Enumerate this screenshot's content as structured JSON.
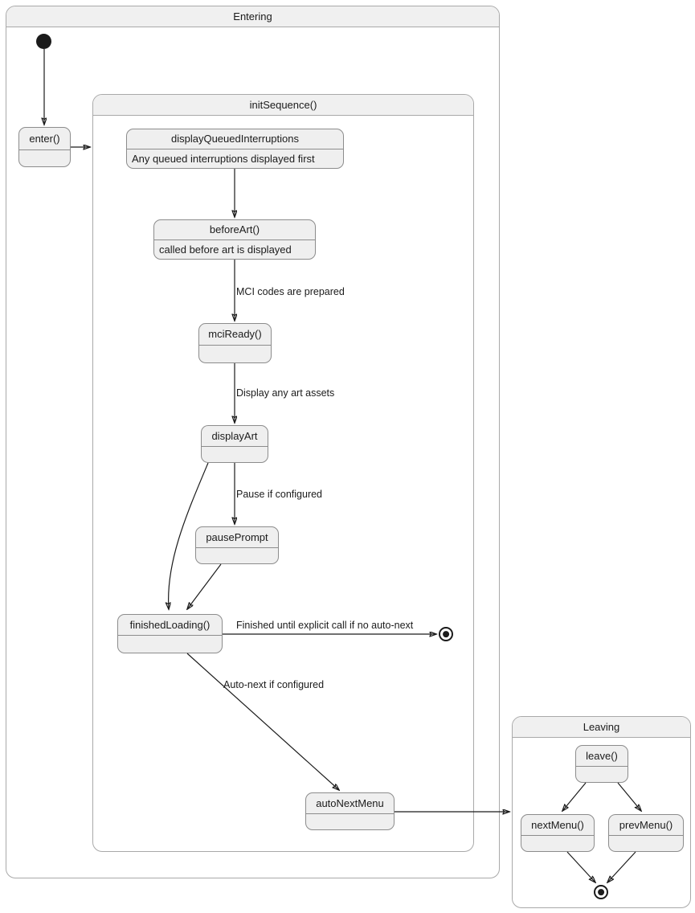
{
  "diagram": {
    "type": "uml-state-diagram",
    "colors": {
      "composite_fill": "#FFFFFF",
      "composite_title_fill": "#F0F0F0",
      "composite_border": "#A9A9A9",
      "state_fill": "#EFEFEF",
      "state_border": "#8C8C8C",
      "text": "#1B1B1B",
      "edge": "#1B1B1B",
      "page_background": "#FFFFFF"
    }
  },
  "composites": {
    "entering": {
      "title": "Entering"
    },
    "init_sequence": {
      "title": "initSequence()"
    },
    "leaving": {
      "title": "Leaving"
    }
  },
  "states": {
    "enter": {
      "name": "enter()",
      "body": ""
    },
    "display_queued_interruptions": {
      "name": "displayQueuedInterruptions",
      "body": "Any queued interruptions displayed first"
    },
    "before_art": {
      "name": "beforeArt()",
      "body": "called before art is displayed"
    },
    "mci_ready": {
      "name": "mciReady()",
      "body": ""
    },
    "display_art": {
      "name": "displayArt",
      "body": ""
    },
    "pause_prompt": {
      "name": "pausePrompt",
      "body": ""
    },
    "finished_loading": {
      "name": "finishedLoading()",
      "body": ""
    },
    "auto_next_menu": {
      "name": "autoNextMenu",
      "body": ""
    },
    "leave": {
      "name": "leave()",
      "body": ""
    },
    "next_menu": {
      "name": "nextMenu()",
      "body": ""
    },
    "prev_menu": {
      "name": "prevMenu()",
      "body": ""
    }
  },
  "transitions": [
    {
      "id": "init-to-enter",
      "from": "initial",
      "to": "enter",
      "label": ""
    },
    {
      "id": "enter-to-initsequence",
      "from": "enter",
      "to": "init_sequence",
      "label": ""
    },
    {
      "id": "dqi-to-beforeart",
      "from": "display_queued_interruptions",
      "to": "before_art",
      "label": ""
    },
    {
      "id": "beforeart-to-mciready",
      "from": "before_art",
      "to": "mci_ready",
      "label": "MCI codes are prepared"
    },
    {
      "id": "mciready-to-displayart",
      "from": "mci_ready",
      "to": "display_art",
      "label": "Display any art assets"
    },
    {
      "id": "displayart-to-pauseprompt",
      "from": "display_art",
      "to": "pause_prompt",
      "label": "Pause if configured"
    },
    {
      "id": "displayart-to-finishedloading",
      "from": "display_art",
      "to": "finished_loading",
      "label": ""
    },
    {
      "id": "pauseprompt-to-finishedloading",
      "from": "pause_prompt",
      "to": "finished_loading",
      "label": ""
    },
    {
      "id": "finishedloading-to-final",
      "from": "finished_loading",
      "to": "final",
      "label": "Finished until explicit call if no auto-next"
    },
    {
      "id": "finishedloading-to-autonextmenu",
      "from": "finished_loading",
      "to": "auto_next_menu",
      "label": "Auto-next if configured"
    },
    {
      "id": "autonextmenu-to-leaving",
      "from": "auto_next_menu",
      "to": "leaving",
      "label": ""
    },
    {
      "id": "leave-to-nextmenu",
      "from": "leave",
      "to": "next_menu",
      "label": ""
    },
    {
      "id": "leave-to-prevmenu",
      "from": "leave",
      "to": "prev_menu",
      "label": ""
    },
    {
      "id": "nextmenu-to-final",
      "from": "next_menu",
      "to": "leaving_final",
      "label": ""
    },
    {
      "id": "prevmenu-to-final",
      "from": "prev_menu",
      "to": "leaving_final",
      "label": ""
    }
  ],
  "pseudostates": {
    "initial": {
      "kind": "initial-state"
    },
    "entering_final": {
      "kind": "final-state"
    },
    "leaving_final": {
      "kind": "final-state"
    }
  }
}
